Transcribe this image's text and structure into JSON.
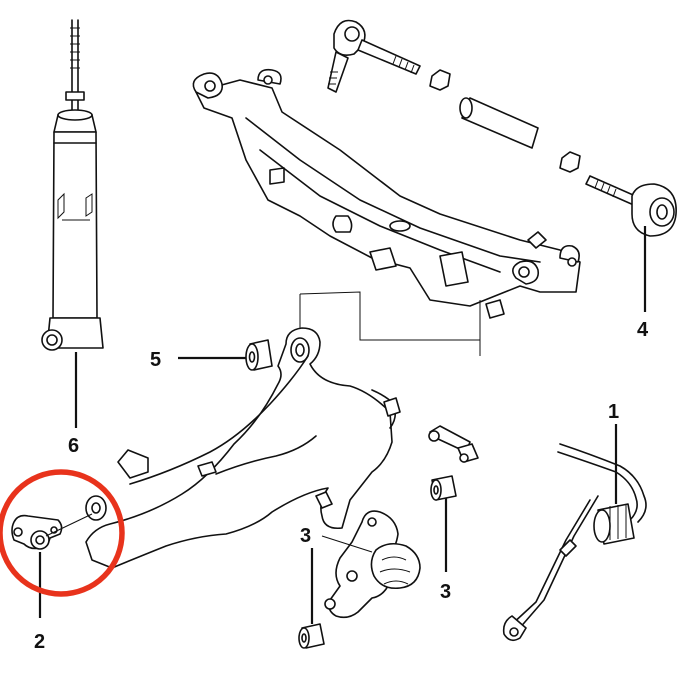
{
  "callouts": {
    "c1": "1",
    "c2": "2",
    "c3a": "3",
    "c3b": "3",
    "c4": "4",
    "c5": "5",
    "c6": "6"
  },
  "colors": {
    "line": "#111111",
    "highlight": "#e8331c",
    "background": "#ffffff"
  }
}
